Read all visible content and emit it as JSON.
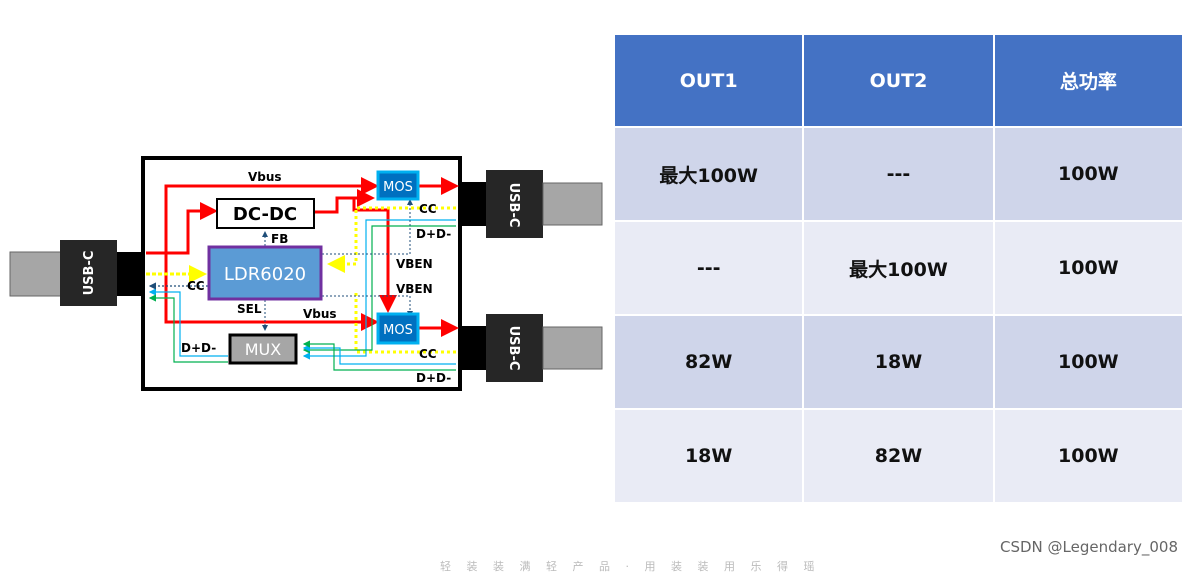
{
  "diagram": {
    "usb_left": "USB-C",
    "usb_top": "USB-C",
    "usb_bottom": "USB-C",
    "vbus_top": "Vbus",
    "vbus_bottom": "Vbus",
    "dcdc": "DC-DC",
    "fb": "FB",
    "ldr": "LDR6020",
    "mos_top": "MOS",
    "mos_bottom": "MOS",
    "cc_top": "CC",
    "dpdm_top": "D+D-",
    "vben_top": "VBEN",
    "vben_bottom": "VBEN",
    "cc_left": "CC",
    "sel": "SEL",
    "dpdm_left": "D+D-",
    "mux": "MUX",
    "cc_bottom": "CC",
    "dpdm_bottom": "D+D-"
  },
  "table": {
    "headers": [
      "OUT1",
      "OUT2",
      "总功率"
    ],
    "rows": [
      [
        "最大100W",
        "---",
        "100W"
      ],
      [
        "---",
        "最大100W",
        "100W"
      ],
      [
        "82W",
        "18W",
        "100W"
      ],
      [
        "18W",
        "82W",
        "100W"
      ]
    ]
  },
  "watermark": "CSDN @Legendary_008",
  "bottom_text": "轻 装 装 满 轻 产 品 · 用 装 装 用 乐 得 瑶"
}
